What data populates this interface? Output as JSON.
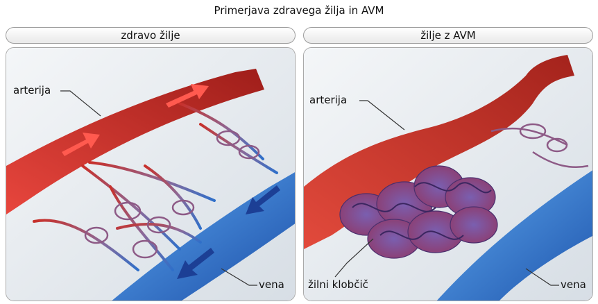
{
  "title": "Primerjava zdravega žilja in AVM",
  "panels": [
    {
      "heading": "zdravo žilje",
      "labels": {
        "artery": "arterija",
        "vein": "vena"
      }
    },
    {
      "heading": "žilje z AVM",
      "labels": {
        "artery": "arterija",
        "nidus": "žilni klobčič",
        "vein": "vena"
      }
    }
  ],
  "colors": {
    "artery": "#c8302a",
    "vein": "#2f6fc9",
    "nidus": "#6a4a98",
    "background": "#dde4ea"
  }
}
